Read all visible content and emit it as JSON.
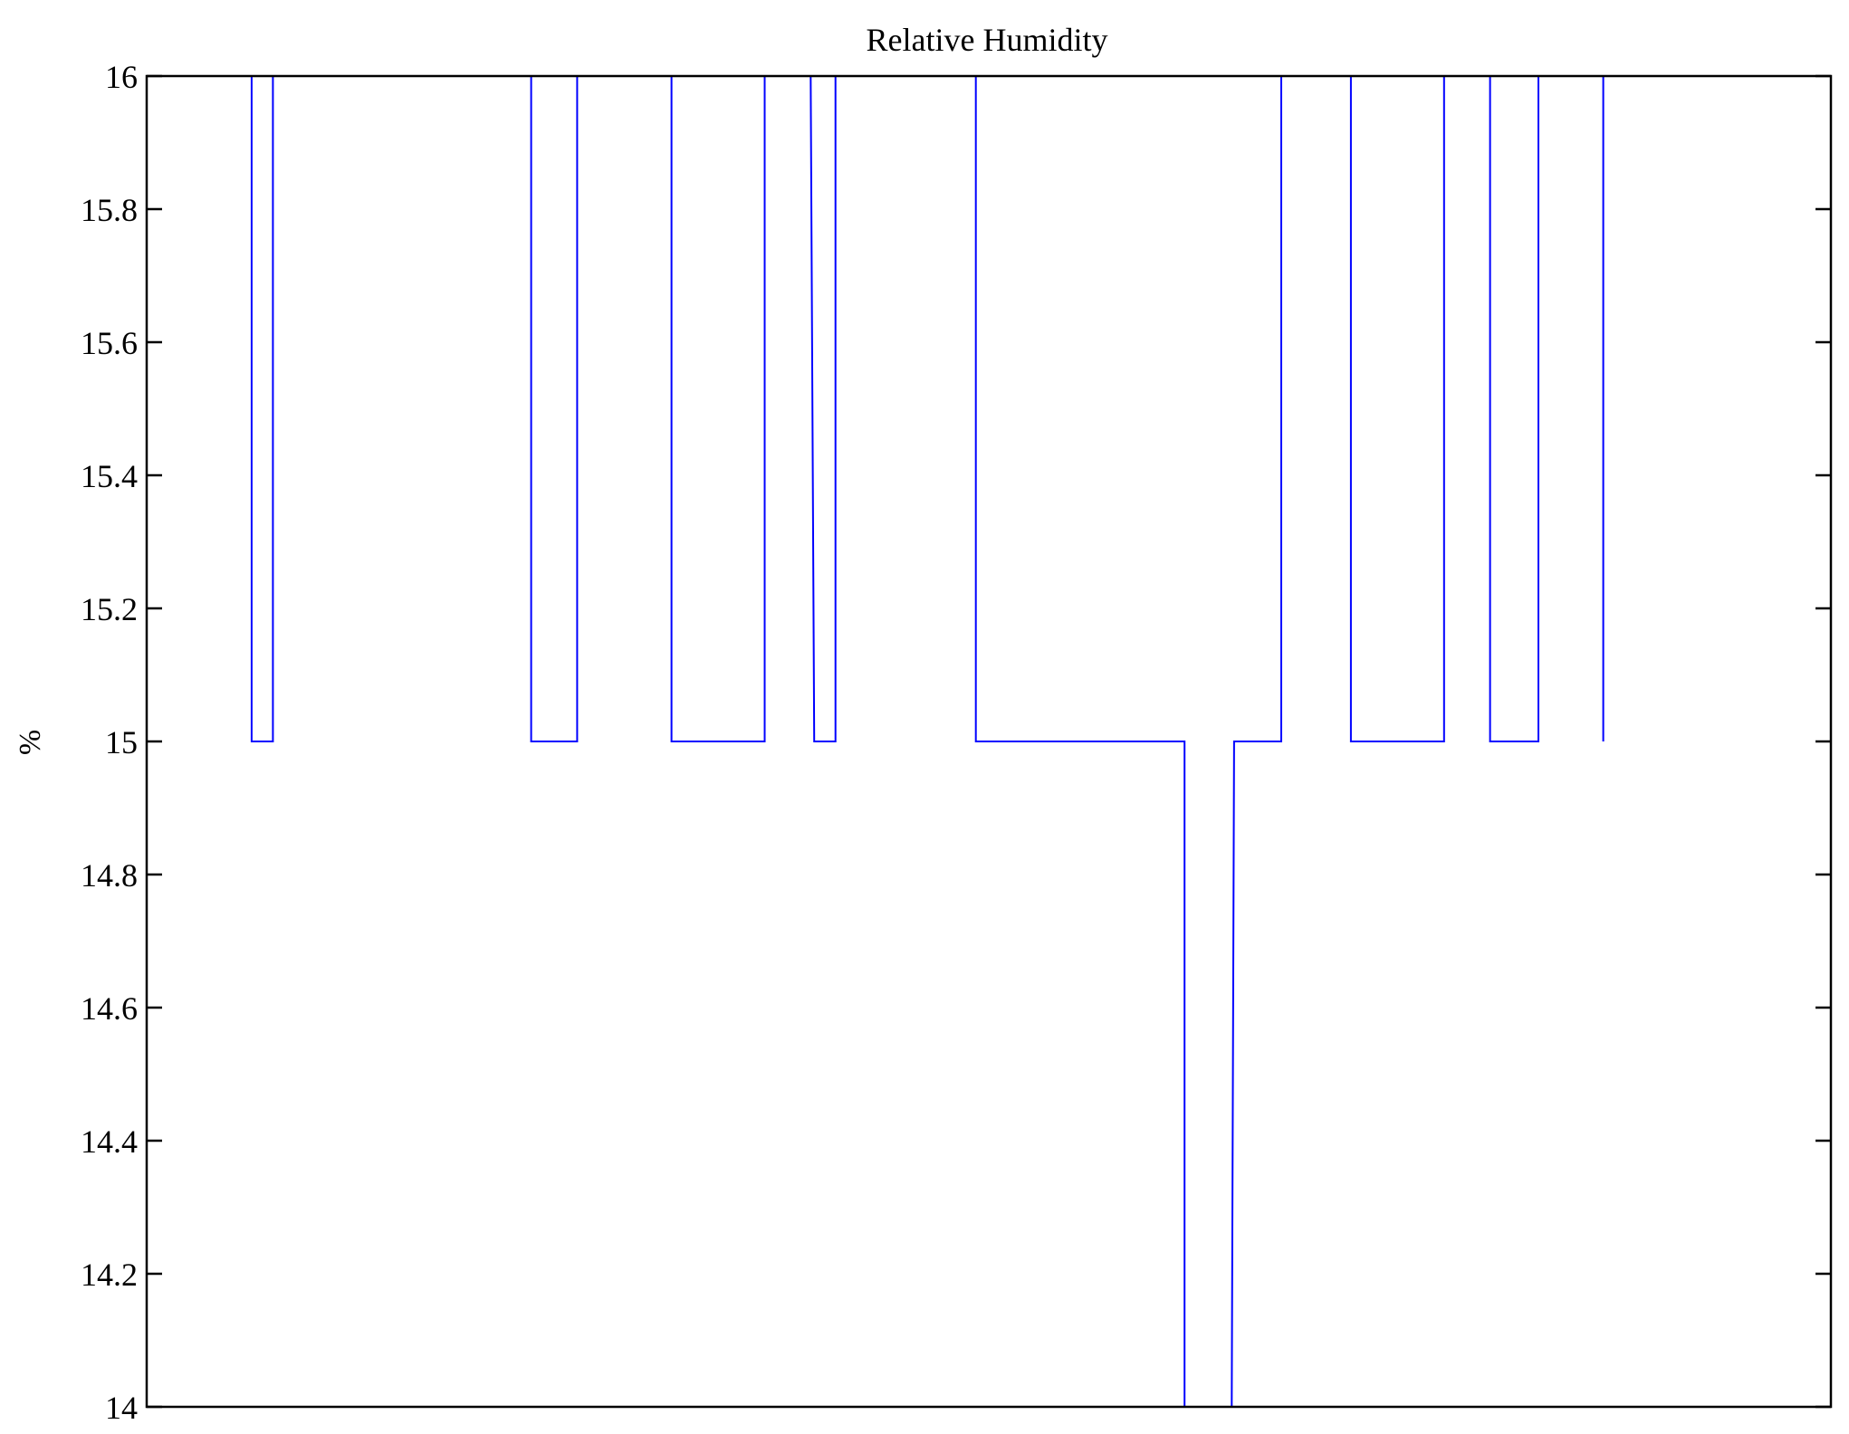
{
  "chart_data": {
    "type": "line",
    "title": "Relative Humidity",
    "xlabel": "",
    "ylabel": "%",
    "xlim": [
      0,
      1428
    ],
    "ylim": [
      14,
      16
    ],
    "yticks": [
      14,
      14.2,
      14.4,
      14.6,
      14.8,
      15,
      15.2,
      15.4,
      15.6,
      15.8,
      16
    ],
    "ytick_labels": [
      "14",
      "14.2",
      "14.4",
      "14.6",
      "14.8",
      "15",
      "15.2",
      "15.4",
      "15.6",
      "15.8",
      "16"
    ],
    "grid": false,
    "series": [
      {
        "name": "Relative Humidity",
        "color": "#0000ff",
        "x": [
          50,
          89,
          89,
          107,
          107,
          326,
          326,
          365,
          365,
          445,
          445,
          524,
          524,
          563,
          566,
          584,
          584,
          703,
          703,
          880,
          880,
          920,
          922,
          962,
          962,
          1021,
          1021,
          1100,
          1100,
          1139,
          1139,
          1180,
          1180,
          1235,
          1235
        ],
        "y": [
          16,
          16,
          15,
          15,
          16,
          16,
          15,
          15,
          16,
          16,
          15,
          15,
          16,
          16,
          15,
          15,
          16,
          16,
          15,
          15,
          14,
          14,
          15,
          15,
          16,
          16,
          15,
          15,
          16,
          16,
          15,
          15,
          16,
          16,
          15
        ]
      }
    ]
  }
}
